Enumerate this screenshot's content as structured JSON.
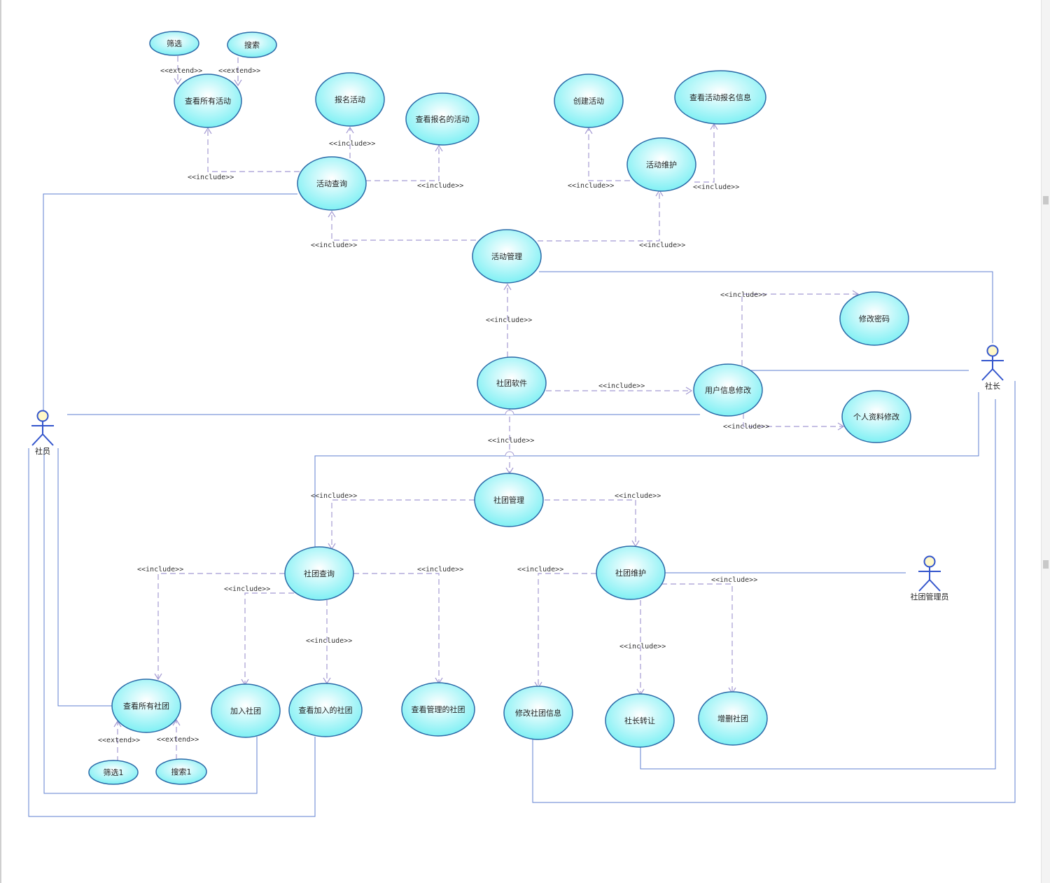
{
  "colors": {
    "ellipse_fill_inner": "#ffffff",
    "ellipse_fill_outer": "#7ff0f4",
    "ellipse_stroke": "#2b6aa8",
    "dependency_line": "#a59bd3",
    "association_line": "#5f7fd0",
    "actor_stroke": "#3355cc",
    "actor_head_fill": "#fff8c8"
  },
  "actors": {
    "member": "社员",
    "president": "社长",
    "club_admin": "社团管理员"
  },
  "use_cases": {
    "filter": "筛选",
    "search": "搜索",
    "view_all_activities": "查看所有活动",
    "register_activity": "报名活动",
    "view_registered_activities": "查看报名的活动",
    "create_activity": "创建活动",
    "view_registration_info": "查看活动报名信息",
    "activity_query": "活动查询",
    "activity_maintenance": "活动维护",
    "activity_management": "活动管理",
    "change_password": "修改密码",
    "club_software": "社团软件",
    "user_info_edit": "用户信息修改",
    "profile_edit": "个人资料修改",
    "club_management": "社团管理",
    "club_query": "社团查询",
    "club_maintenance": "社团维护",
    "view_all_clubs": "查看所有社团",
    "join_club": "加入社团",
    "view_joined_clubs": "查看加入的社团",
    "view_managed_clubs": "查看管理的社团",
    "edit_club_info": "修改社团信息",
    "transfer_president": "社长转让",
    "add_delete_club": "增删社团",
    "filter1": "筛选1",
    "search1": "搜索1"
  },
  "stereotypes": {
    "include": "<<include>>",
    "extend": "<<extend>>"
  }
}
